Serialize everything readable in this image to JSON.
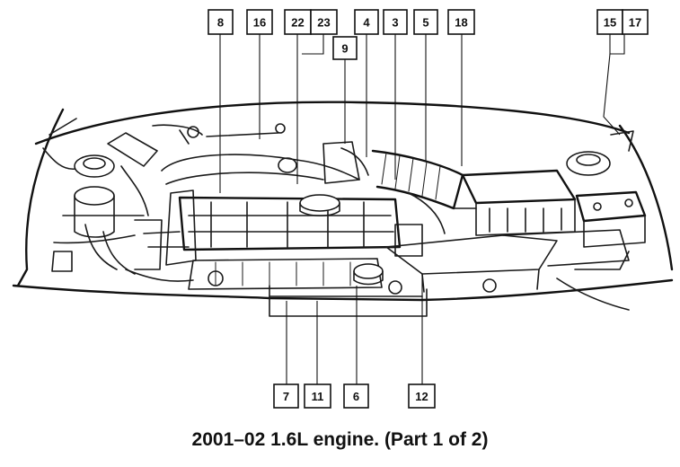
{
  "caption": "2001–02 1.6L engine. (Part 1 of 2)",
  "callouts": {
    "c8": "8",
    "c16": "16",
    "c22": "22",
    "c23": "23",
    "c4": "4",
    "c3": "3",
    "c5": "5",
    "c18": "18",
    "c9": "9",
    "c15": "15",
    "c17": "17",
    "c7": "7",
    "c11": "11",
    "c6": "6",
    "c12": "12"
  }
}
